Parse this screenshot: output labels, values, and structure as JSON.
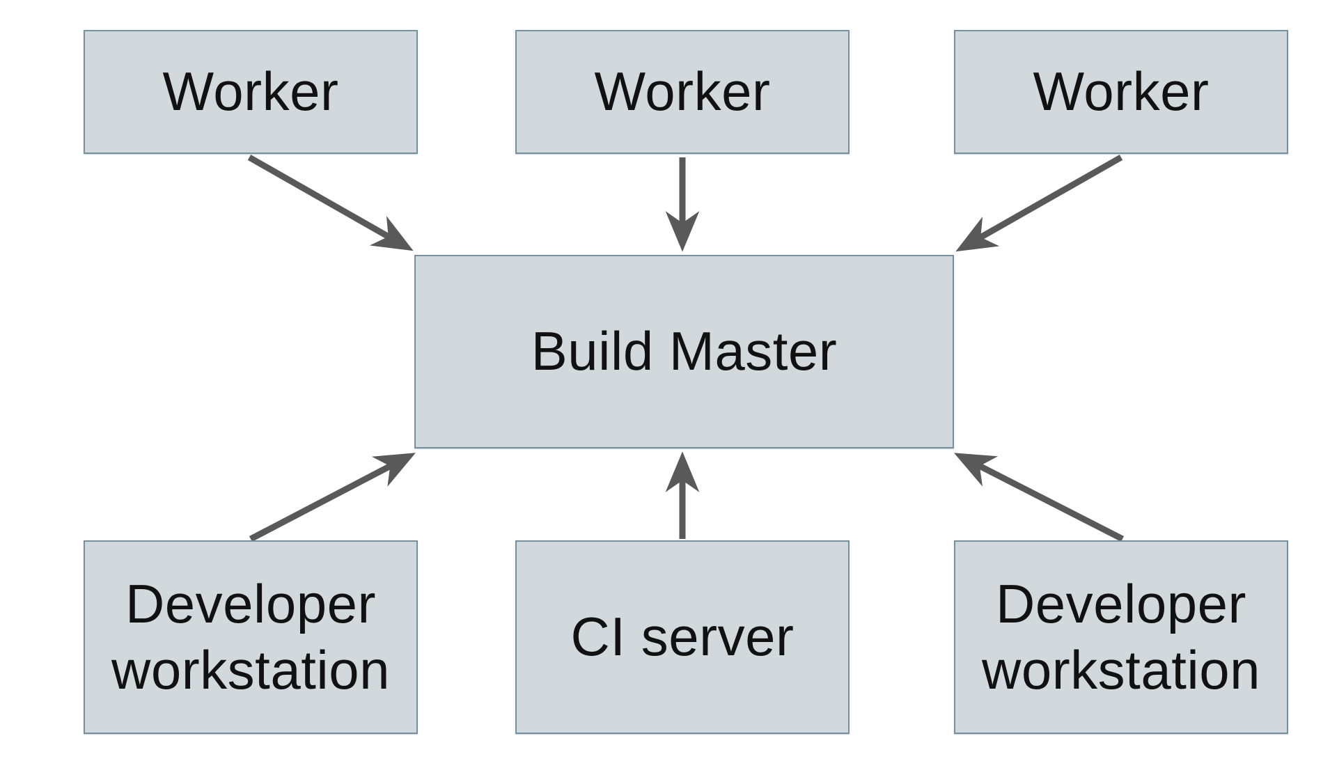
{
  "diagram": {
    "nodes": {
      "worker_1": {
        "label": "Worker"
      },
      "worker_2": {
        "label": "Worker"
      },
      "worker_3": {
        "label": "Worker"
      },
      "build_master": {
        "label": "Build Master"
      },
      "dev_workstation_left": {
        "label": "Developer workstation"
      },
      "ci_server": {
        "label": "CI server"
      },
      "dev_workstation_right": {
        "label": "Developer workstation"
      }
    },
    "edges": [
      {
        "from": "worker_1",
        "to": "build_master"
      },
      {
        "from": "worker_2",
        "to": "build_master"
      },
      {
        "from": "worker_3",
        "to": "build_master"
      },
      {
        "from": "dev_workstation_left",
        "to": "build_master"
      },
      {
        "from": "ci_server",
        "to": "build_master"
      },
      {
        "from": "dev_workstation_right",
        "to": "build_master"
      }
    ],
    "colors": {
      "node_fill": "#d2d9dc",
      "node_border": "#76909f",
      "arrow": "#595959",
      "text": "#111111",
      "background": "#ffffff"
    }
  }
}
